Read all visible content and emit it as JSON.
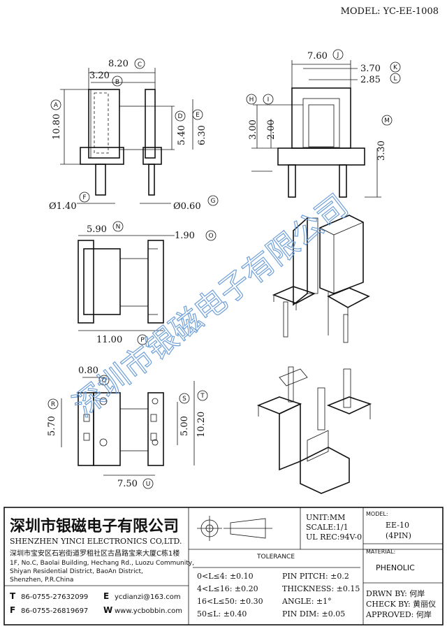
{
  "model_header": "MODEL: YC-EE-1008",
  "watermark": "深圳市银磁电子有限公司",
  "front_view": {
    "dims": {
      "width_total": "8.20",
      "w_inner": "3.20",
      "height": "10.80",
      "h1": "5.40",
      "h2": "6.30",
      "pin_dia": "Ø1.40",
      "pin_dia2": "Ø0.60"
    },
    "letters": {
      "C": "C",
      "B": "B",
      "A": "A",
      "D": "D",
      "E": "E",
      "F": "F",
      "G": "G"
    }
  },
  "side_view": {
    "dims": {
      "width": "7.60",
      "w1": "3.70",
      "w2": "2.85",
      "h1": "3.00",
      "h2": "2.00",
      "h3": "3.30"
    },
    "letters": {
      "J": "J",
      "K": "K",
      "L": "L",
      "H": "H",
      "I": "I",
      "M": "M"
    }
  },
  "top_view": {
    "dims": {
      "w1": "5.90",
      "w2": "1.90",
      "length": "11.00"
    },
    "letters": {
      "N": "N",
      "O": "O",
      "P": "P"
    }
  },
  "bottom_view": {
    "dims": {
      "w": "0.80",
      "h1": "5.70",
      "h2": "5.00",
      "h3": "10.20",
      "len": "7.50"
    },
    "letters": {
      "Q": "Q",
      "R": "R",
      "S": "S",
      "T": "T",
      "U": "U"
    }
  },
  "title_block": {
    "company_cn": "深圳市银磁电子有限公司",
    "company_en": "SHENZHEN YINCI ELECTRONICS CO,LTD.",
    "address_cn": "深圳市宝安区石岩街道罗租社区古昌路宝来大厦C栋1楼",
    "address_en1": "1F, No.C, Baolai Building, Hechang Rd., Luozu Community,",
    "address_en2": "Shiyan Residential District, BaoAn District,",
    "address_en3": "Shenzhen, P.R.China",
    "tel_label": "T",
    "tel": "86-0755-27632099",
    "email_label": "E",
    "email": "ycdianzi@163.com",
    "fax_label": "F",
    "fax": "86-0755-26819697",
    "web_label": "W",
    "web": "www.ycbobbin.com",
    "unit": "UNIT:MM",
    "scale": "SCALE:1/1",
    "ul": "UL REC:94V-0",
    "model_label": "MODEL:",
    "model_value": "EE-10",
    "model_pins": "(4PIN)",
    "material_label": "MATERIAL:",
    "material_value": "PHENOLIC",
    "tolerance_title": "TOLERANCE",
    "tol_left": [
      "0<L≤4: ±0.10",
      "4<L≤16: ±0.20",
      "16<L≤50: ±0.30",
      "50≤L: ±0.40"
    ],
    "tol_right": [
      "PIN PITCH: ±0.2",
      "THICKNESS: ±0.15",
      "ANGLE: ±1°",
      "PIN DIM: ±0.05"
    ],
    "drawn_by": "DRWN BY: 何岸",
    "check_by": "CHECK BY: 黄丽仪",
    "approved": "APPROVED: 何岸"
  }
}
